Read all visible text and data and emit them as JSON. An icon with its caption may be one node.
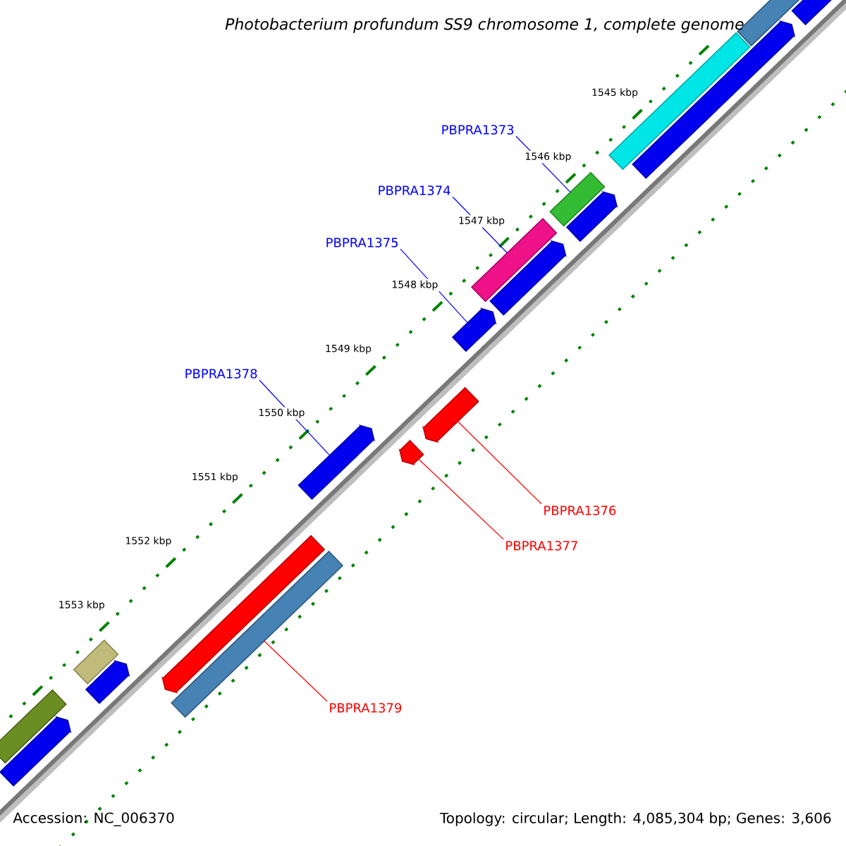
{
  "diagram": {
    "title": "Photobacterium profundum SS9 chromosome 1, complete genome",
    "nodes": [
      {
        "text": [
          "PBPRA1373"
        ]
      },
      {
        "text": [
          "PBPRA1374"
        ]
      },
      {
        "text": [
          "PBPRA1375"
        ]
      },
      {
        "text": [
          "PBPRA1378"
        ]
      },
      {
        "text": [
          "PBPRA1376"
        ]
      },
      {
        "text": [
          "PBPRA1377"
        ]
      },
      {
        "text": [
          "PBPRA1379"
        ]
      },
      {
        "text": [],
        "shape": "bar"
      },
      {
        "text": [],
        "shape": "bar"
      },
      {
        "text": [],
        "shape": "bar"
      },
      {
        "text": [],
        "shape": "bar"
      },
      {
        "text": [],
        "shape": "bar"
      },
      {
        "text": [],
        "shape": "bar"
      },
      {
        "text": [],
        "shape": "bar"
      },
      {
        "text": [],
        "shape": "bar"
      },
      {
        "text": [],
        "shape": "bar"
      },
      {
        "text": [],
        "shape": "bar"
      },
      {
        "text": [],
        "shape": "bar"
      },
      {
        "text": [],
        "shape": "bar"
      },
      {
        "text": [],
        "shape": "bar"
      },
      {
        "text": [],
        "shape": "bar"
      },
      {
        "text": [],
        "shape": "bar"
      },
      {
        "text": [],
        "shape": "bar"
      },
      {
        "text": [],
        "shape": "bar"
      },
      {
        "text": [],
        "shape": "bar"
      }
    ],
    "edges": [
      {
        "from": 0,
        "to": 11,
        "arrow": "none"
      },
      {
        "from": 1,
        "to": 13,
        "arrow": "none"
      },
      {
        "from": 2,
        "to": 15,
        "arrow": "none"
      },
      {
        "from": 3,
        "to": 18,
        "arrow": "none"
      },
      {
        "from": 4,
        "to": 16,
        "arrow": "none",
        "color": "#ff0000"
      },
      {
        "from": 5,
        "to": 17,
        "arrow": "none",
        "color": "#ff0000"
      },
      {
        "from": 6,
        "to": 20,
        "arrow": "none",
        "color": "#ff0000"
      }
    ],
    "labels": [
      "1545 kbp",
      "1546 kbp",
      "1547 kbp",
      "1548 kbp",
      "1549 kbp",
      "1550 kbp",
      "1551 kbp",
      "1552 kbp",
      "1553 kbp",
      "Accession: NC_006370",
      "Topology: circular; Length: 4,085,304 bp; Genes: 3,606"
    ]
  }
}
